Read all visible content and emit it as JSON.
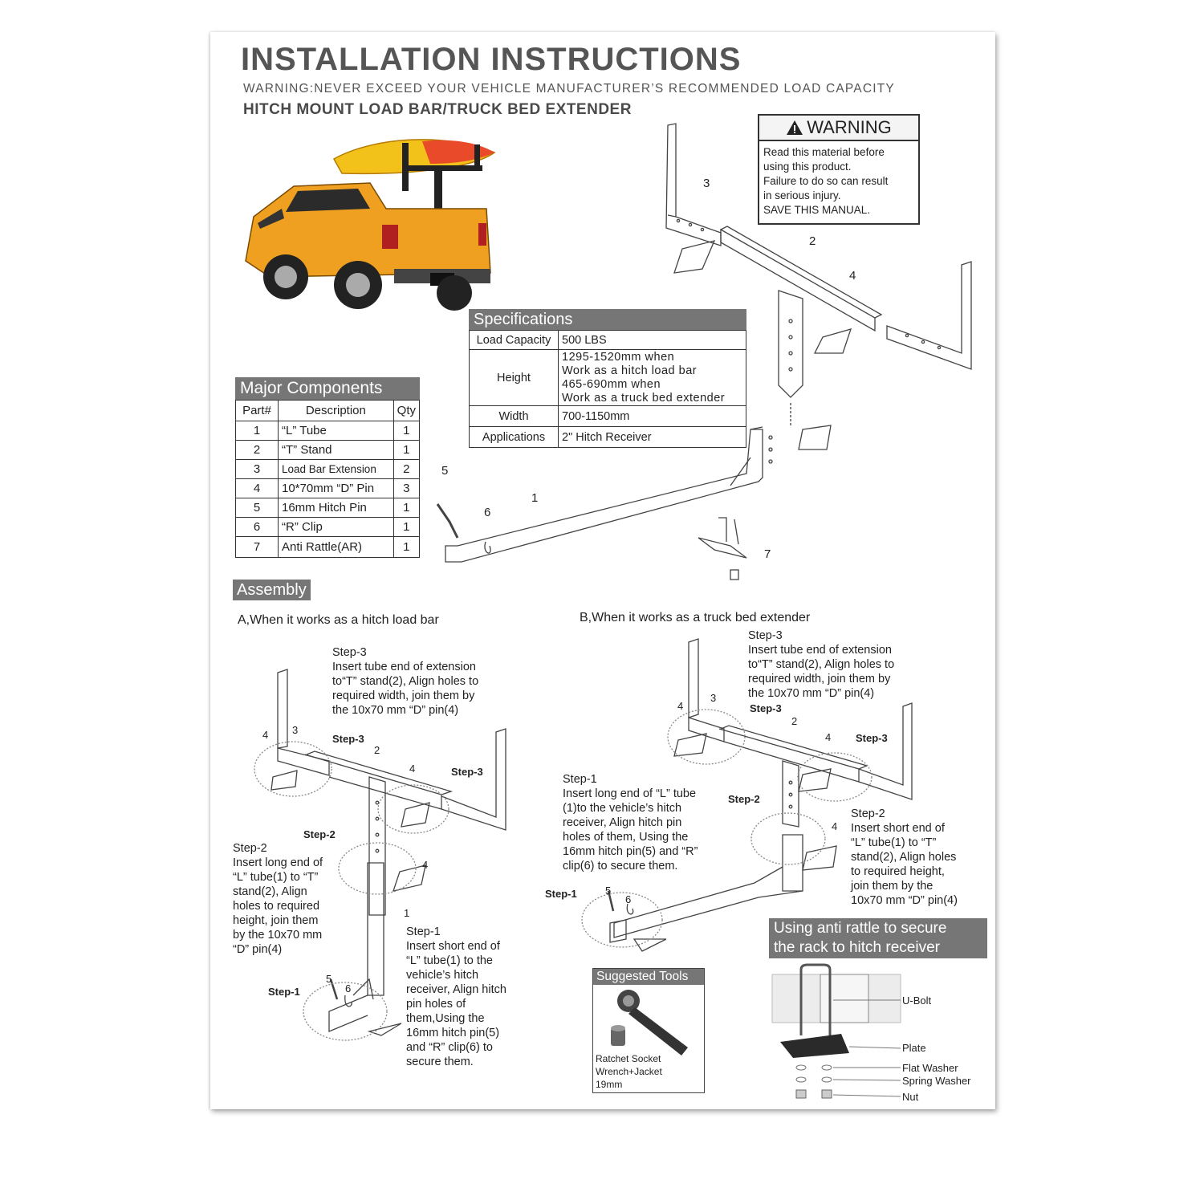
{
  "header": {
    "title": "INSTALLATION INSTRUCTIONS",
    "warning_line": "WARNING:NEVER EXCEED YOUR VEHICLE MANUFACTURER’S RECOMMENDED LOAD CAPACITY",
    "subtitle": "HITCH MOUNT LOAD BAR/TRUCK BED EXTENDER"
  },
  "warning_box": {
    "heading": "WARNING",
    "lines": [
      "Read this material before",
      "using this product.",
      "Failure to do so can result",
      "in serious injury.",
      "SAVE THIS MANUAL."
    ]
  },
  "specifications": {
    "heading": "Specifications",
    "rows": [
      {
        "label": "Load Capacity",
        "value": [
          "500 LBS"
        ]
      },
      {
        "label": "Height",
        "value": [
          "1295-1520mm  when",
          "Work as  a  hitch load  bar",
          "465-690mm  when",
          "Work as  a  truck  bed  extender"
        ]
      },
      {
        "label": "Width",
        "value": [
          "700-1150mm"
        ]
      },
      {
        "label": "Applications",
        "value": [
          "2\" Hitch Receiver"
        ]
      }
    ]
  },
  "components": {
    "heading": "Major Components",
    "columns": [
      "Part#",
      "Description",
      "Qty"
    ],
    "rows": [
      {
        "part": "1",
        "desc": "“L” Tube",
        "qty": "1"
      },
      {
        "part": "2",
        "desc": "“T” Stand",
        "qty": "1"
      },
      {
        "part": "3",
        "desc": "Load Bar Extension",
        "qty": "2"
      },
      {
        "part": "4",
        "desc": "10*70mm “D” Pin",
        "qty": "3"
      },
      {
        "part": "5",
        "desc": "16mm Hitch Pin",
        "qty": "1"
      },
      {
        "part": "6",
        "desc": "“R” Clip",
        "qty": "1"
      },
      {
        "part": "7",
        "desc": "Anti Rattle(AR)",
        "qty": "1"
      }
    ]
  },
  "exploded_labels": [
    "1",
    "2",
    "3",
    "4",
    "5",
    "6",
    "7"
  ],
  "assembly": {
    "heading": "Assembly",
    "section_a": {
      "title": "A,When it works as a hitch load bar",
      "step3": {
        "label": "Step-3",
        "lines": [
          "Insert tube end of extension",
          "to“T” stand(2), Align holes to",
          "required width, join them by",
          "the  10x70 mm “D” pin(4)"
        ]
      },
      "step2": {
        "label": "Step-2",
        "lines": [
          "Insert long end of",
          "“L” tube(1) to “T”",
          "stand(2), Align",
          "holes to required",
          "height, join them",
          "by  the  10x70 mm",
          "“D” pin(4)"
        ]
      },
      "step1": {
        "label": "Step-1",
        "lines": [
          "Insert short end of",
          "“L” tube(1)  to the",
          "vehicle’s hitch",
          "receiver, Align hitch",
          "pin holes of",
          "them,Using the",
          "16mm hitch pin(5)",
          "and “R” clip(6) to",
          "secure them."
        ]
      },
      "diagram_steps": [
        "Step-3",
        "Step-3",
        "Step-2",
        "Step-1"
      ]
    },
    "section_b": {
      "title": "B,When it works as a truck bed extender",
      "step3": {
        "label": "Step-3",
        "lines": [
          "Insert tube end of extension",
          "to“T” stand(2), Align holes to",
          "required width, join them by",
          "the  10x70 mm “D” pin(4)"
        ]
      },
      "step1": {
        "label": "Step-1",
        "lines": [
          "Insert long end of “L” tube",
          "(1)to the vehicle’s hitch",
          "receiver, Align hitch pin",
          "holes of them, Using the",
          "16mm hitch pin(5) and “R”",
          "clip(6) to secure them."
        ]
      },
      "step2": {
        "label": "Step-2",
        "lines": [
          "Insert short end of",
          "“L” tube(1) to “T”",
          "stand(2), Align holes",
          "to required height,",
          "join them by  the",
          "10x70 mm “D” pin(4)"
        ]
      },
      "diagram_steps": [
        "Step-3",
        "Step-3",
        "Step-2",
        "Step-1"
      ]
    }
  },
  "suggested_tools": {
    "heading": "Suggested Tools",
    "lines": [
      "Ratchet Socket",
      "Wrench+Jacket",
      "19mm"
    ]
  },
  "anti_rattle": {
    "heading_lines": [
      "Using anti rattle to secure",
      "the rack to hitch receiver"
    ],
    "parts": [
      "U-Bolt",
      "Plate",
      "Flat Washer",
      "Spring Washer",
      "Nut"
    ]
  },
  "colors": {
    "header_bar": "#767676",
    "truck_body": "#f0a020",
    "kayak": "#f2c21a"
  },
  "icons": [
    "warning-triangle-icon",
    "truck-photo",
    "ratchet-wrench-icon"
  ]
}
